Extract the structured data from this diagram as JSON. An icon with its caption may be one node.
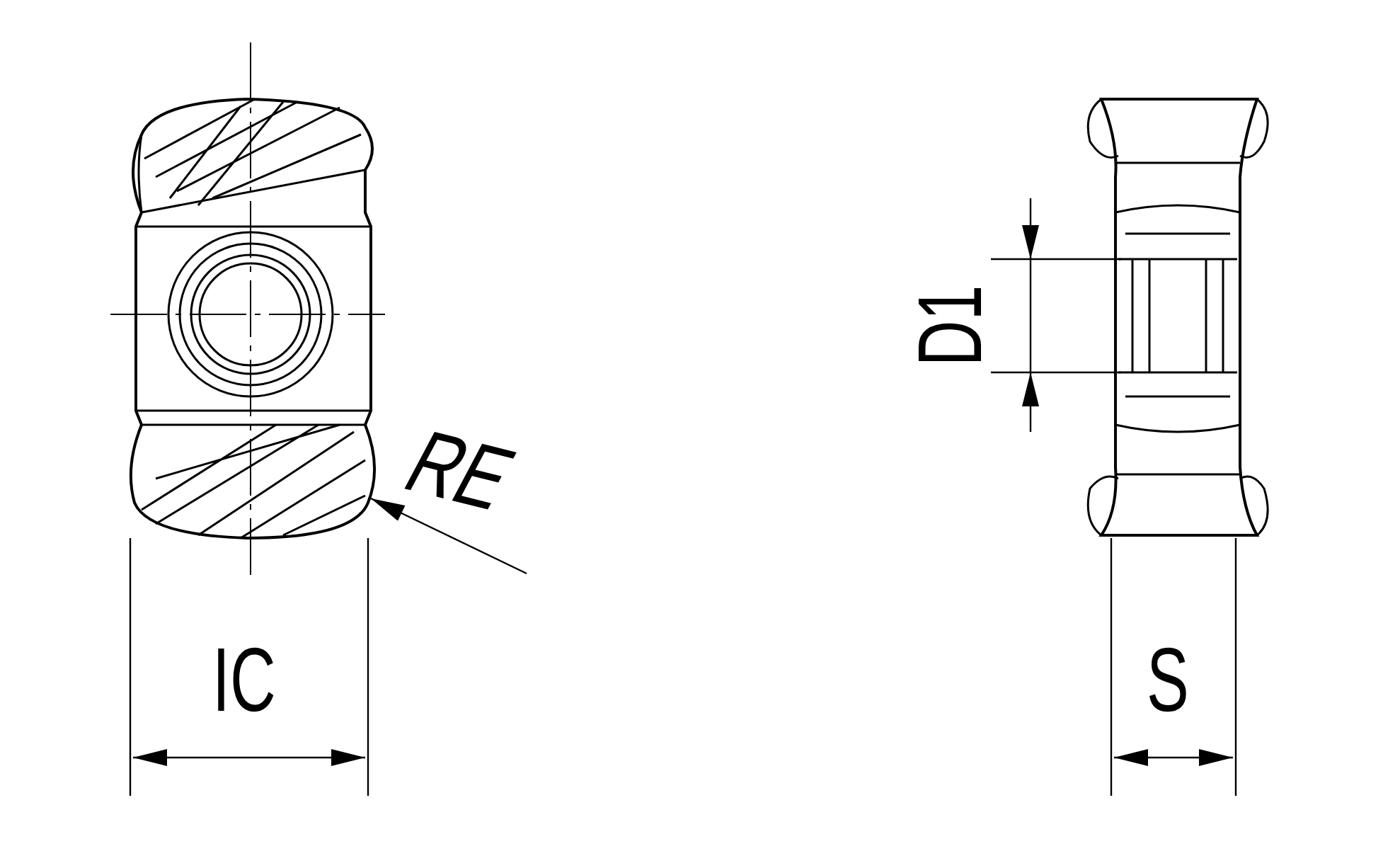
{
  "diagram": {
    "labels": [
      "RE",
      "IC",
      "D1",
      "S"
    ]
  }
}
